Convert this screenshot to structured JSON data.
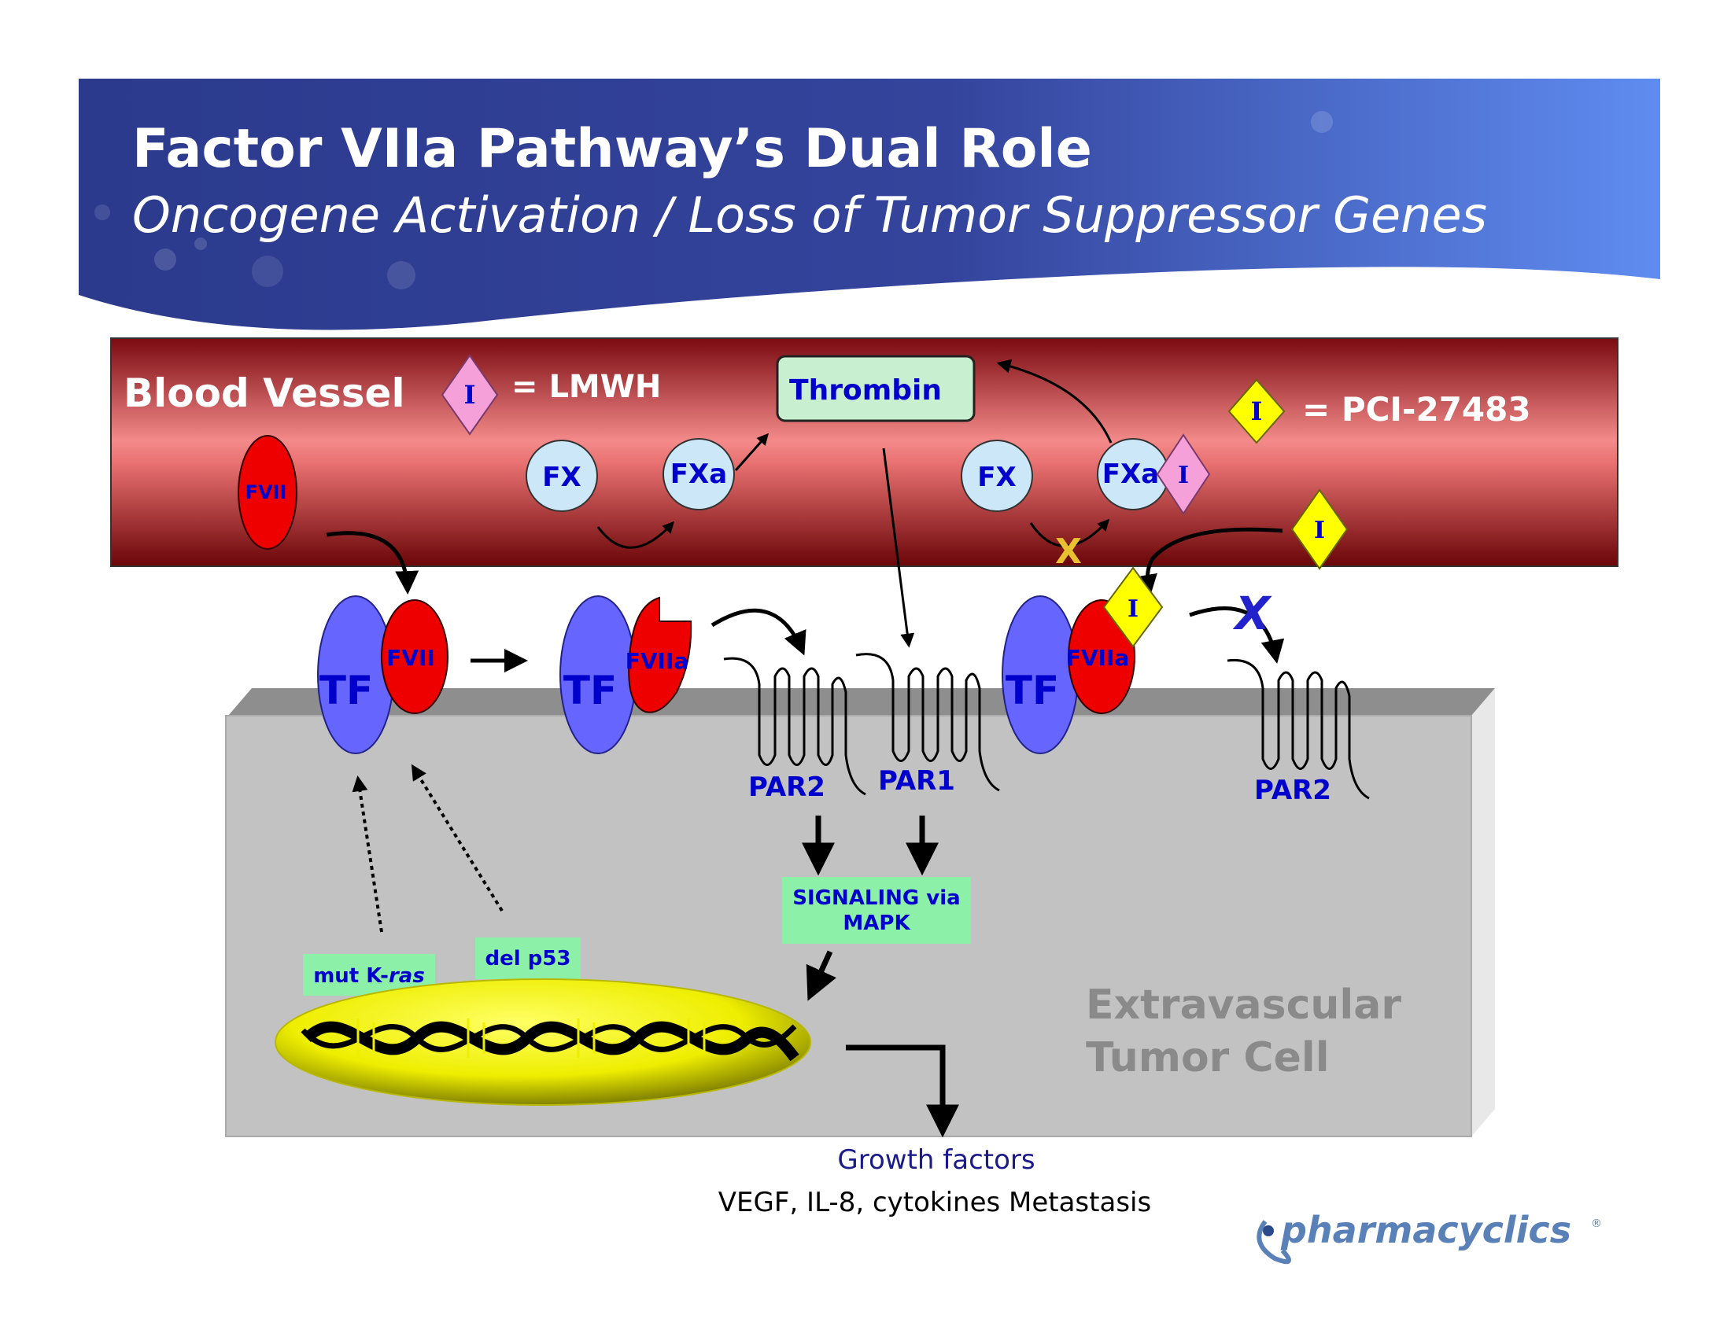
{
  "header": {
    "title": "Factor VIIa Pathway’s Dual Role",
    "subtitle": "Oncogene Activation / Loss of Tumor Suppressor Genes"
  },
  "vessel": {
    "label": "Blood Vessel",
    "lmwh_legend": "= LMWH",
    "pci_legend": "= PCI-27483",
    "inhibitor_symbol": "I",
    "thrombin": "Thrombin",
    "fx": "FX",
    "fxa": "FXa",
    "fvii": "FVII",
    "block_mark_x": "X"
  },
  "membrane": {
    "tf": "TF",
    "fvii": "FVII",
    "fviia": "FVIIa",
    "par2": "PAR2",
    "par1": "PAR1",
    "block_mark": "X"
  },
  "cell": {
    "signaling_line1": "SIGNALING via",
    "signaling_line2": "MAPK",
    "mut_kras_prefix": "mut K-",
    "mut_kras_italic": "ras",
    "del_p53": "del p53",
    "extravascular_line1": "Extravascular",
    "extravascular_line2": "Tumor Cell"
  },
  "footer": {
    "growth_factors": "Growth factors",
    "growth_detail": "VEGF, IL-8, cytokines Metastasis",
    "logo_text": "pharmacyclics",
    "logo_reg": "®"
  },
  "colors": {
    "header_dark": "#2b3b8f",
    "header_light": "#5b86e8",
    "vessel_dark": "#7a0a0e",
    "vessel_light": "#f08080",
    "tf_blue": "#6666ff",
    "fvii_red": "#ee0000",
    "fx_fill": "#cce8f8",
    "label_blue": "#0000cc",
    "green_box": "#8cf0a8",
    "lmwh_pink": "#f5a0d8",
    "pci_yellow": "#ffff00",
    "cell_gray": "#c0c0c0"
  }
}
